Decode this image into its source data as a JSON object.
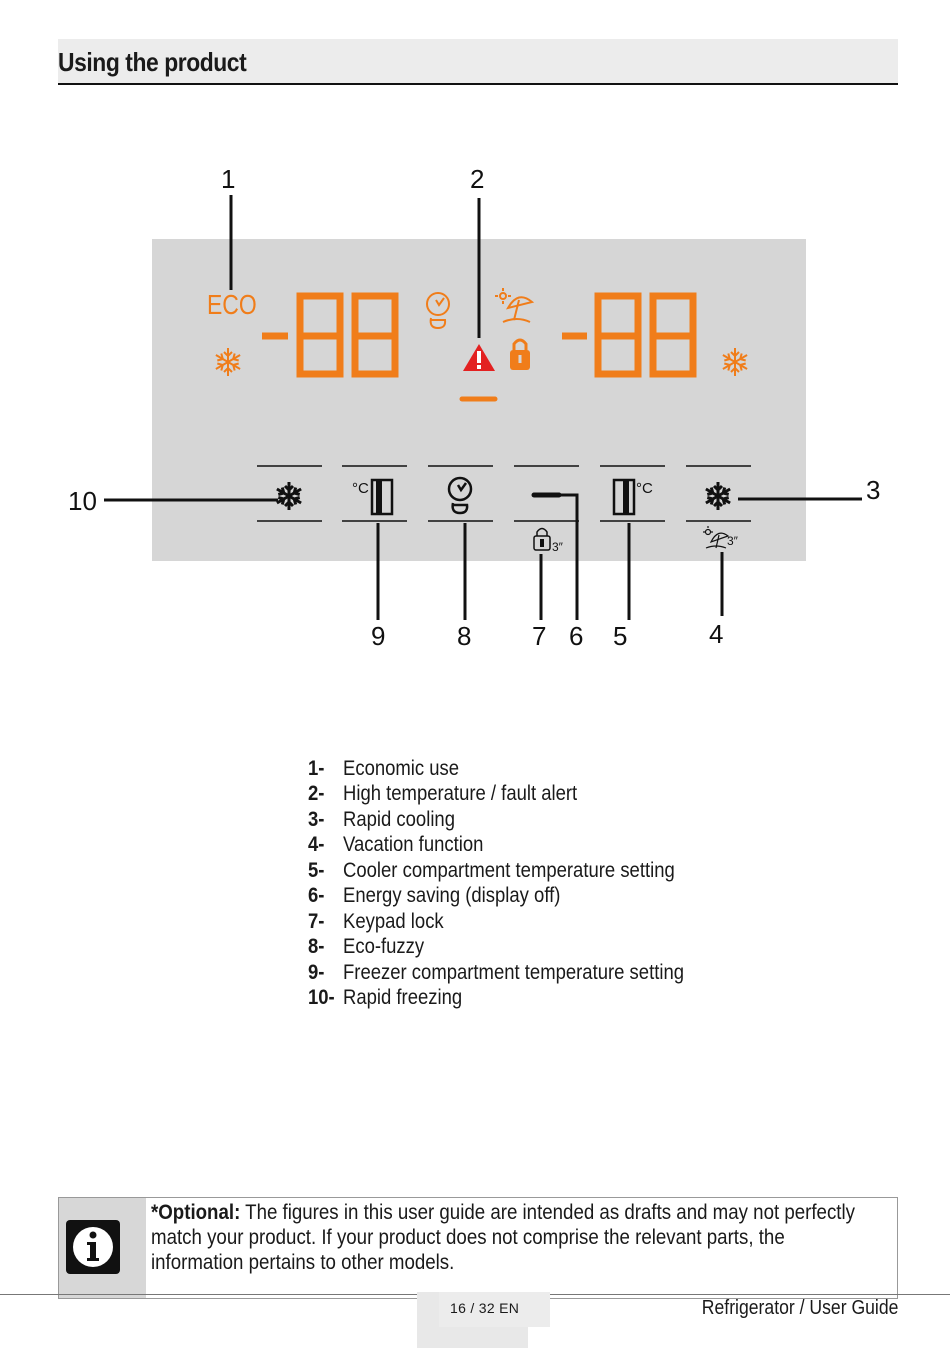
{
  "header": {
    "title": "Using the product"
  },
  "diagram": {
    "callouts": [
      "1",
      "2",
      "3",
      "4",
      "5",
      "6",
      "7",
      "8",
      "9",
      "10"
    ],
    "display": {
      "eco_label": "ECO",
      "left_digits": "-88",
      "right_digits": "-88",
      "lock_hold_label": "3″",
      "vacation_hold_label": "3″",
      "celsius": "°C"
    },
    "colors": {
      "panel": "#d6d6d6",
      "indicator": "#f07d1a",
      "alert": "#e32121"
    }
  },
  "legend": [
    {
      "num": "1-",
      "text": "Economic use"
    },
    {
      "num": "2-",
      "text": "High temperature / fault alert"
    },
    {
      "num": "3-",
      "text": "Rapid cooling"
    },
    {
      "num": "4-",
      "text": "Vacation function"
    },
    {
      "num": "5-",
      "text": "Cooler compartment temperature setting"
    },
    {
      "num": "6-",
      "text": "Energy saving (display off)"
    },
    {
      "num": "7-",
      "text": "Keypad lock"
    },
    {
      "num": "8-",
      "text": "Eco-fuzzy"
    },
    {
      "num": "9-",
      "text": "Freezer compartment temperature setting"
    },
    {
      "num": "10-",
      "text": "Rapid freezing"
    }
  ],
  "note": {
    "bold": "*Optional:",
    "text": " The figures in this user guide are intended as drafts and may not perfectly match your product. If your product does not comprise the relevant parts, the information pertains to other models."
  },
  "footer": {
    "page": "16 / 32  EN",
    "title": "Refrigerator / User Guide"
  }
}
